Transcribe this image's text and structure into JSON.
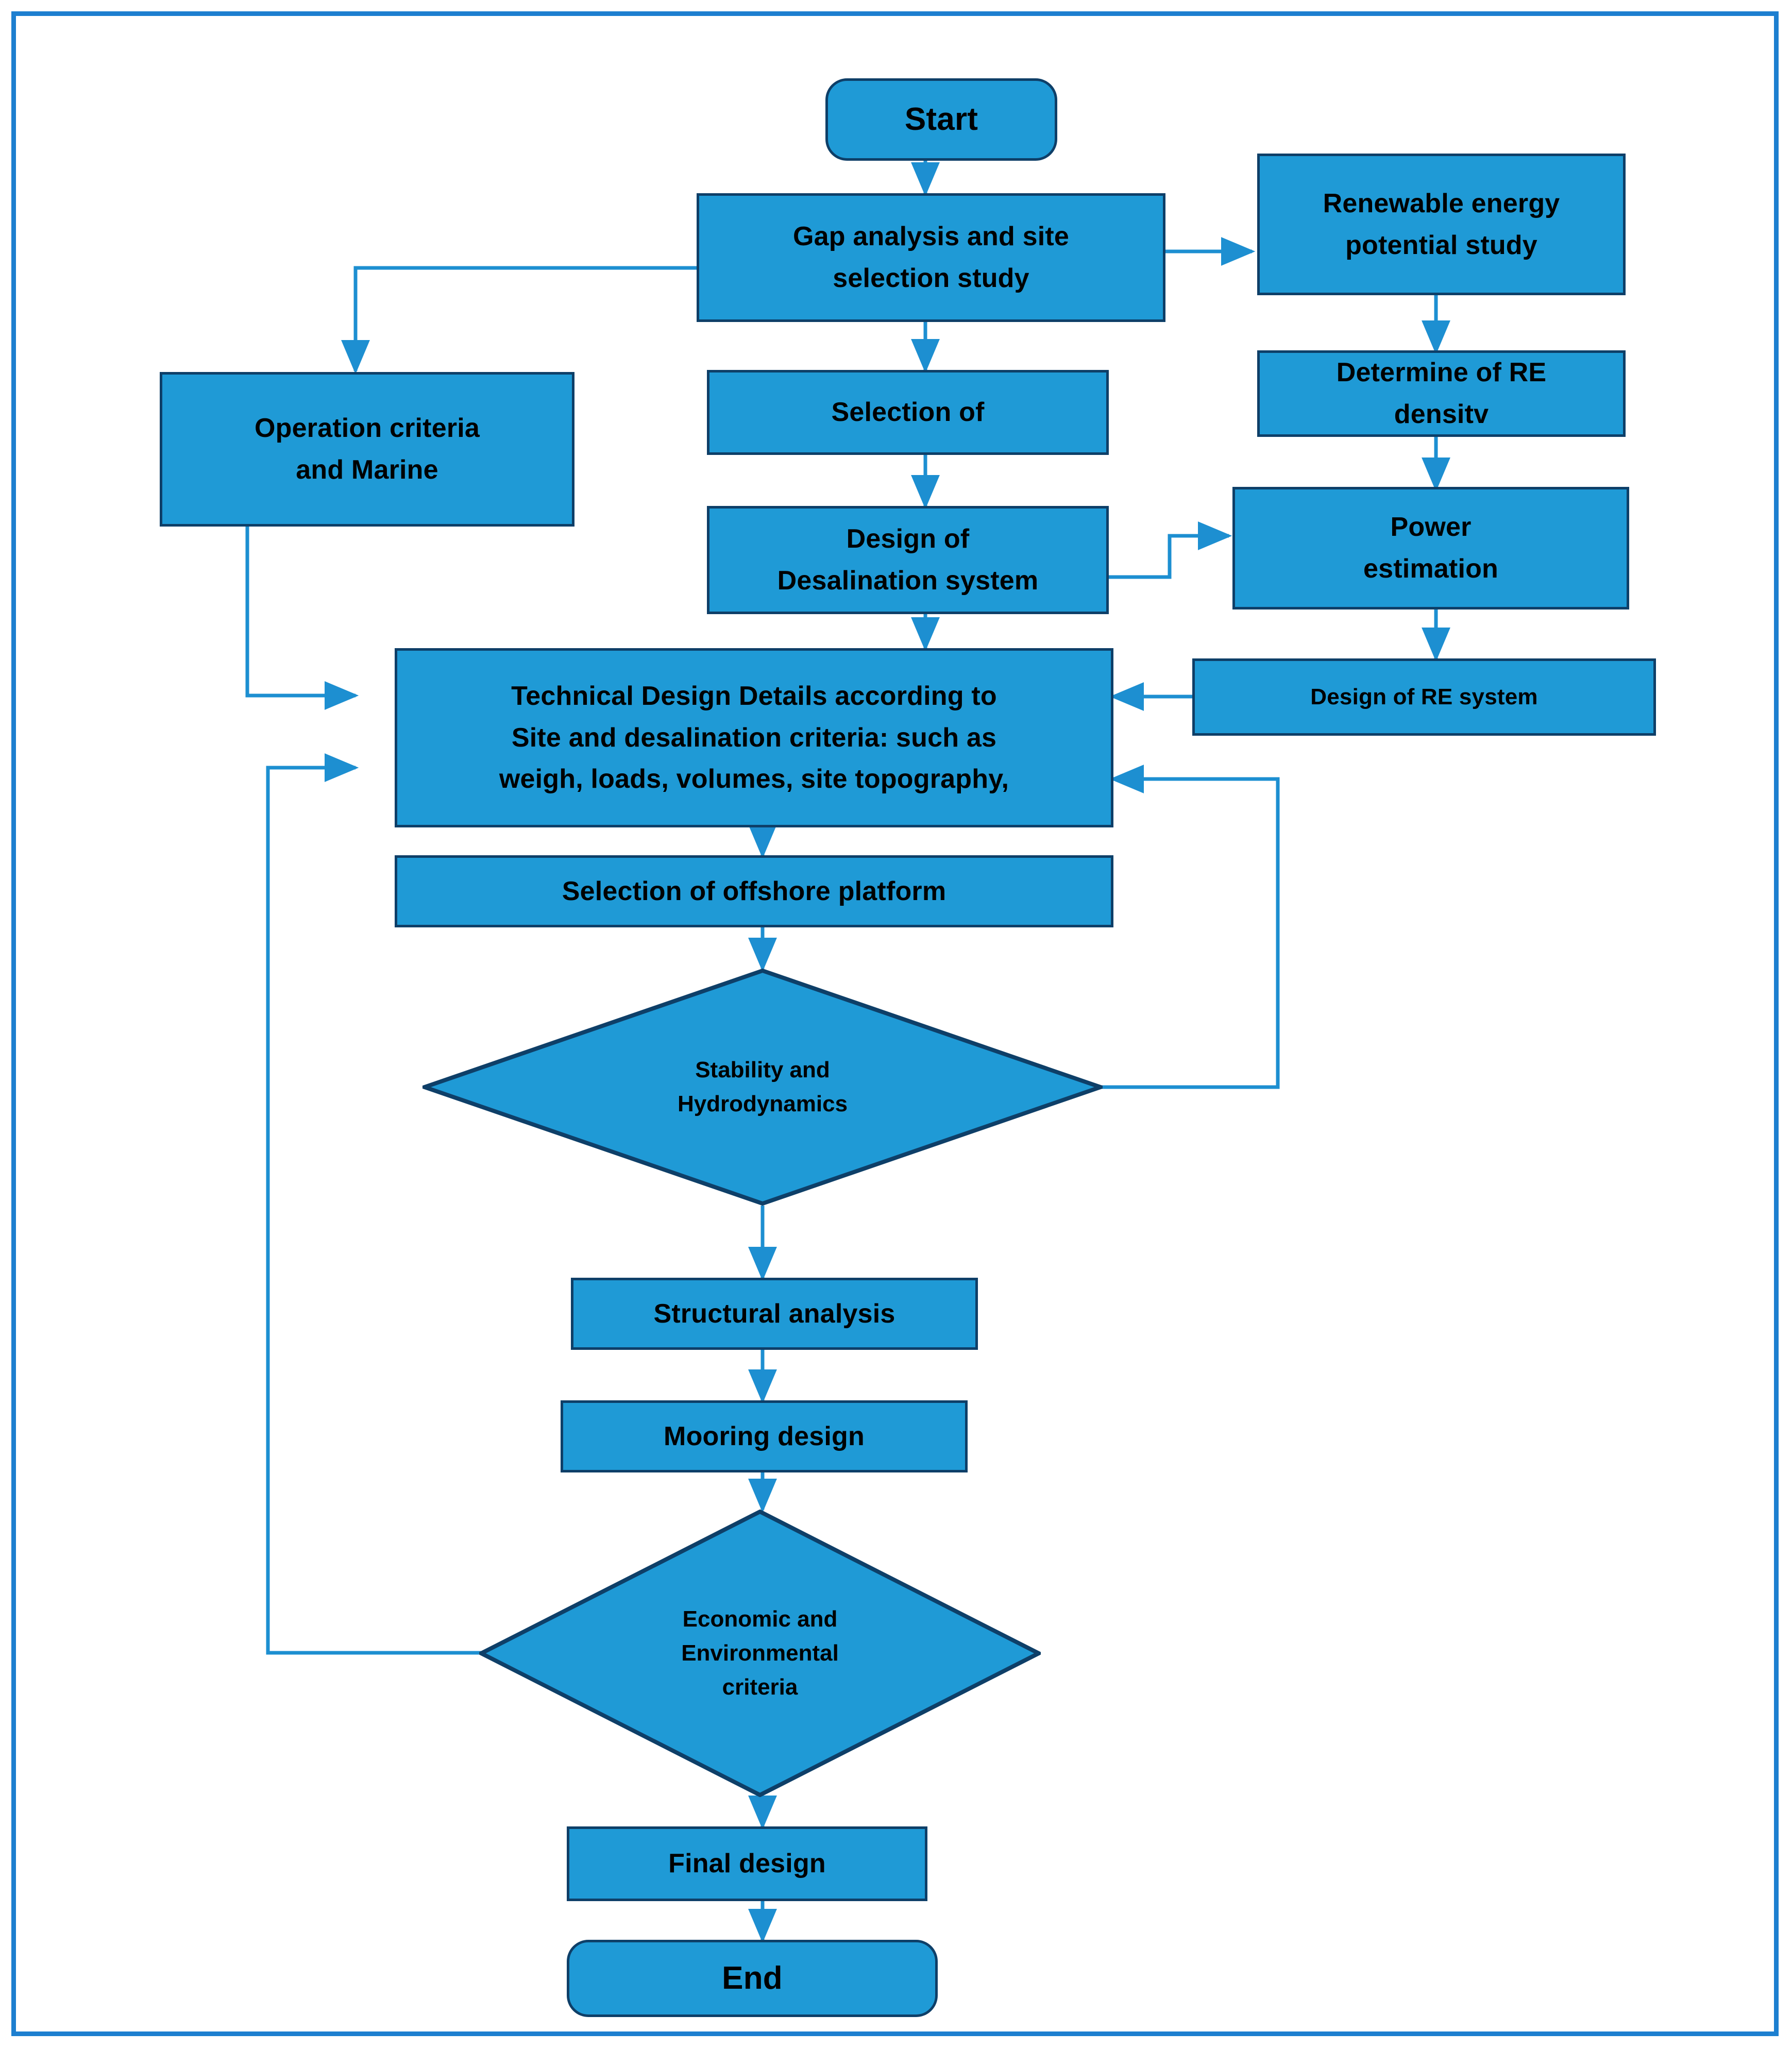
{
  "figure": {
    "title": "Offshore renewable-energy desalination platform design flowchart",
    "frame_color": "#1d7fd0",
    "node_fill": "#1f9ad6",
    "node_border": "#0e3f68",
    "connector_color": "#1d8fd1"
  },
  "nodes": {
    "start": {
      "label": "Start",
      "shape": "terminator"
    },
    "gap_analysis": {
      "label": "Gap analysis and site\nselection study",
      "shape": "process"
    },
    "renewable_potential": {
      "label": "Renewable energy\npotential study",
      "shape": "process"
    },
    "re_density": {
      "label": "Determine of RE\ndensitv",
      "shape": "process"
    },
    "operation_criteria": {
      "label": "Operation criteria\nand Marine",
      "shape": "process"
    },
    "selection_of": {
      "label": "Selection of",
      "shape": "process"
    },
    "design_desalination": {
      "label": "Design of\nDesalination system",
      "shape": "process"
    },
    "power_estimation": {
      "label": "Power\nestimation",
      "shape": "process"
    },
    "design_re_system": {
      "label": "Design of RE system",
      "shape": "process"
    },
    "technical_design": {
      "label": "Technical Design Details according to\nSite and desalination criteria: such as\nweigh, loads, volumes, site topography,",
      "shape": "process"
    },
    "selection_platform": {
      "label": "Selection of offshore platform",
      "shape": "process"
    },
    "stability": {
      "label": "Stability and\nHydrodynamics",
      "shape": "decision"
    },
    "structural_analysis": {
      "label": "Structural analysis",
      "shape": "process"
    },
    "mooring_design": {
      "label": "Mooring design",
      "shape": "process"
    },
    "economic": {
      "label": "Economic and\nEnvironmental\ncriteria",
      "shape": "decision"
    },
    "final_design": {
      "label": "Final design",
      "shape": "process"
    },
    "end": {
      "label": "End",
      "shape": "terminator"
    }
  },
  "edges": [
    {
      "from": "start",
      "to": "gap_analysis"
    },
    {
      "from": "gap_analysis",
      "to": "renewable_potential"
    },
    {
      "from": "gap_analysis",
      "to": "operation_criteria"
    },
    {
      "from": "gap_analysis",
      "to": "selection_of"
    },
    {
      "from": "renewable_potential",
      "to": "re_density"
    },
    {
      "from": "re_density",
      "to": "power_estimation"
    },
    {
      "from": "selection_of",
      "to": "design_desalination"
    },
    {
      "from": "design_desalination",
      "to": "power_estimation"
    },
    {
      "from": "design_desalination",
      "to": "technical_design"
    },
    {
      "from": "power_estimation",
      "to": "design_re_system"
    },
    {
      "from": "design_re_system",
      "to": "technical_design"
    },
    {
      "from": "operation_criteria",
      "to": "technical_design"
    },
    {
      "from": "technical_design",
      "to": "selection_platform"
    },
    {
      "from": "selection_platform",
      "to": "stability"
    },
    {
      "from": "stability",
      "to": "technical_design"
    },
    {
      "from": "stability",
      "to": "structural_analysis"
    },
    {
      "from": "structural_analysis",
      "to": "mooring_design"
    },
    {
      "from": "mooring_design",
      "to": "economic"
    },
    {
      "from": "economic",
      "to": "technical_design"
    },
    {
      "from": "economic",
      "to": "final_design"
    },
    {
      "from": "final_design",
      "to": "end"
    }
  ]
}
